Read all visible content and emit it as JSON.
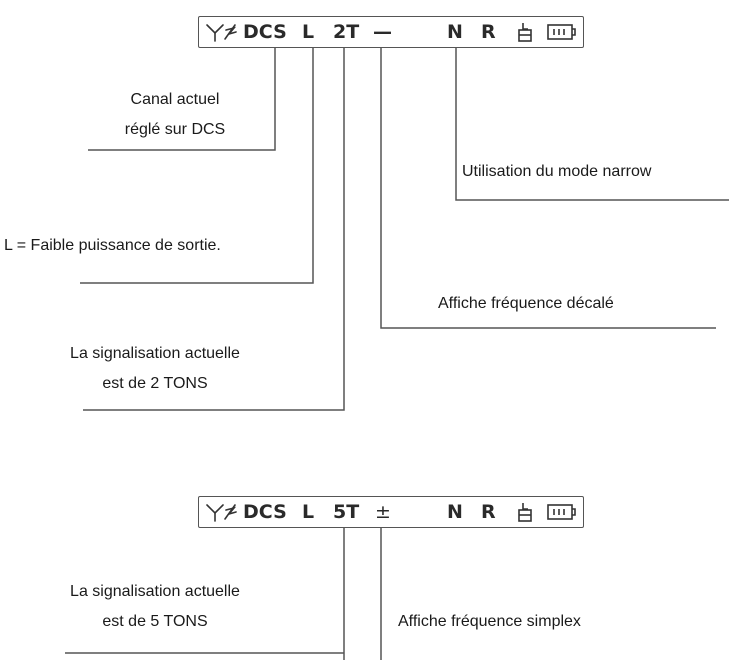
{
  "display_top": {
    "signal_icon": "antenna-signal-icon",
    "dcs": "DCS",
    "power": "L",
    "signaling": "2T",
    "offset": "—",
    "narrow": "N",
    "reverse": "R",
    "lock_icon": "keypad-lock-icon",
    "battery_icon": "battery-icon"
  },
  "display_bottom": {
    "signal_icon": "antenna-signal-icon",
    "dcs": "DCS",
    "power": "L",
    "signaling": "5T",
    "offset": "±",
    "narrow": "N",
    "reverse": "R",
    "lock_icon": "keypad-lock-icon",
    "battery_icon": "battery-icon"
  },
  "callouts_top": {
    "dcs_line1": "Canal actuel",
    "dcs_line2": "réglé sur DCS",
    "narrow": "Utilisation du mode narrow",
    "power": "L = Faible puissance de sortie.",
    "offset": "Affiche fréquence décalé",
    "signaling_line1": "La signalisation actuelle",
    "signaling_line2": "est de 2 TONS"
  },
  "callouts_bottom": {
    "signaling_line1": "La signalisation actuelle",
    "signaling_line2": "est de 5 TONS",
    "offset": "Affiche fréquence simplex"
  },
  "colors": {
    "line": "#555555",
    "text": "#1a1a1a"
  }
}
